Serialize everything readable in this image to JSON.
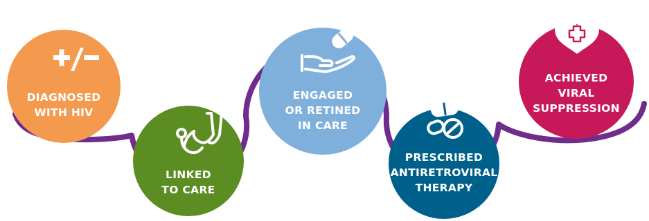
{
  "stages": [
    {
      "id": "diagnosed",
      "icon": "plus-minus-icon",
      "color": "#F39A4E",
      "lines": [
        "DIAGNOSED",
        "WITH HIV"
      ]
    },
    {
      "id": "linked",
      "icon": "stethoscope-icon",
      "color": "#5C8D22",
      "lines": [
        "LINKED",
        "TO CARE"
      ]
    },
    {
      "id": "engaged",
      "icon": "hand-pill-icon",
      "color": "#7FB0DC",
      "lines": [
        "ENGAGED",
        "OR RETINED",
        "IN CARE"
      ]
    },
    {
      "id": "prescribed",
      "icon": "pills-icon",
      "color": "#00608C",
      "lines": [
        "PRESCRIBED",
        "ANTIRETROVIRAL",
        "THERAPY"
      ]
    },
    {
      "id": "suppressed",
      "icon": "heart-cross-icon",
      "color": "#C7185A",
      "lines": [
        "ACHIEVED",
        "VIRAL",
        "SUPPRESSION"
      ]
    }
  ],
  "connector_color": "#6E2C8C"
}
